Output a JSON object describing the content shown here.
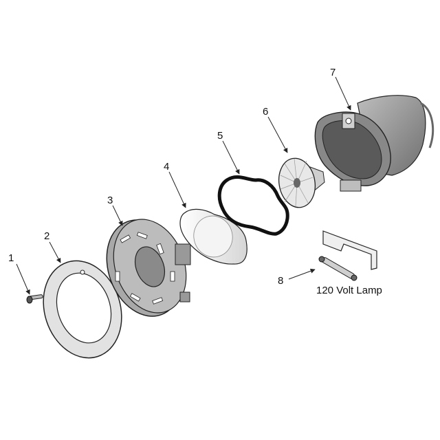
{
  "callouts": {
    "c1": "1",
    "c2": "2",
    "c3": "3",
    "c4": "4",
    "c5": "5",
    "c6": "6",
    "c7": "7",
    "c8": "8"
  },
  "captions": {
    "lamp": "120 Volt Lamp"
  },
  "colors": {
    "outline": "#222222",
    "fill_light": "#ececec",
    "fill_mid": "#cfcfcf",
    "fill_dark": "#9a9a9a",
    "gasket": "#111111"
  }
}
